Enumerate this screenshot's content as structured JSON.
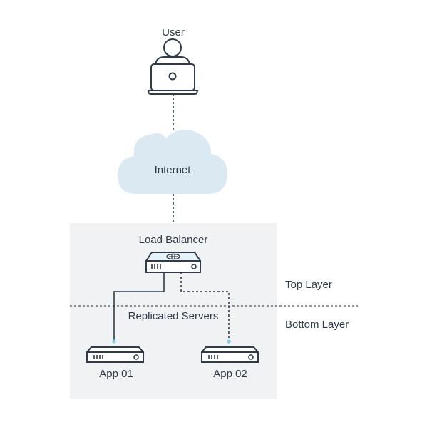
{
  "nodes": {
    "user": "User",
    "internet": "Internet",
    "load_balancer": "Load Balancer",
    "replicated_servers": "Replicated Servers",
    "app_01": "App 01",
    "app_02": "App 02"
  },
  "layers": {
    "top": "Top Layer",
    "bottom": "Bottom Layer"
  },
  "colors": {
    "stroke": "#2f3b4a",
    "cloud": "#dbe9f3",
    "panel": "#f1f2f4",
    "accent": "#7fd0ea",
    "node_fill": "#ffffff",
    "lb_top_fill": "#e6f2f9"
  }
}
